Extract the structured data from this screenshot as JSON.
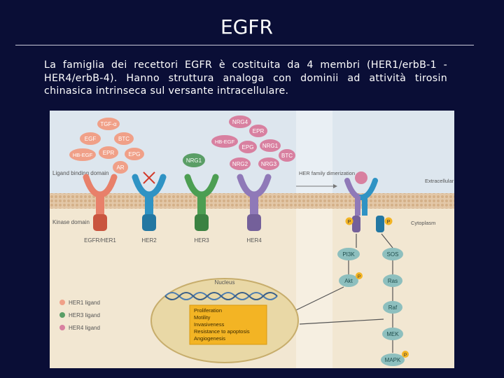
{
  "slide": {
    "title": "EGFR",
    "caption": "La famiglia dei recettori EGFR è costituita da 4 membri (HER1/erbB-1 - HER4/erbB-4). Hanno struttura analoga con dominii ad attività tirosin chinasica intrinseca sul versante intracellulare."
  },
  "figure": {
    "her1_ligands": [
      "TGF-α",
      "EGF",
      "BTC",
      "HB-EGF",
      "EPR",
      "EPG",
      "AR"
    ],
    "her3_ligand": "NRG1",
    "her4_ligands": [
      "NRG4",
      "EPR",
      "HB-EGF",
      "EPG",
      "NRG1",
      "BTC",
      "NRG2",
      "NRG3"
    ],
    "domain_labels": {
      "ligand_binding": "Ligand binding domain",
      "kinase": "Kinase domain",
      "extracellular": "Extracellular space",
      "cytoplasm": "Cytoplasm",
      "dimerization": "HER family dimerization"
    },
    "receptors": [
      "EGFR/HER1",
      "HER2",
      "HER3",
      "HER4"
    ],
    "phospho": "P",
    "pathway_left": [
      "PI3K",
      "Akt"
    ],
    "pathway_right": [
      "SOS",
      "Ras",
      "Raf",
      "MEK",
      "MAPK"
    ],
    "nucleus_label": "Nucleus",
    "outcomes": [
      "Proliferation",
      "Motility",
      "Invasiveness",
      "Resistance to apoptosis",
      "Angiogenesis"
    ],
    "legend": [
      "HER1 ligand",
      "HER3 ligand",
      "HER4 ligand"
    ],
    "colors": {
      "her1": "#e8806a",
      "her2": "#2f93c4",
      "her3": "#4c9e52",
      "her4": "#8f79b8",
      "her1_ligand": "#f0a088",
      "her3_ligand": "#5a9e66",
      "her4_ligand": "#d880a0",
      "membrane": "#e3c8a8",
      "extracellular": "#dde6ee",
      "cytoplasm": "#f2e7d2",
      "pathway": "#8dbfbe",
      "outcomes_box": "#f3b424"
    }
  }
}
